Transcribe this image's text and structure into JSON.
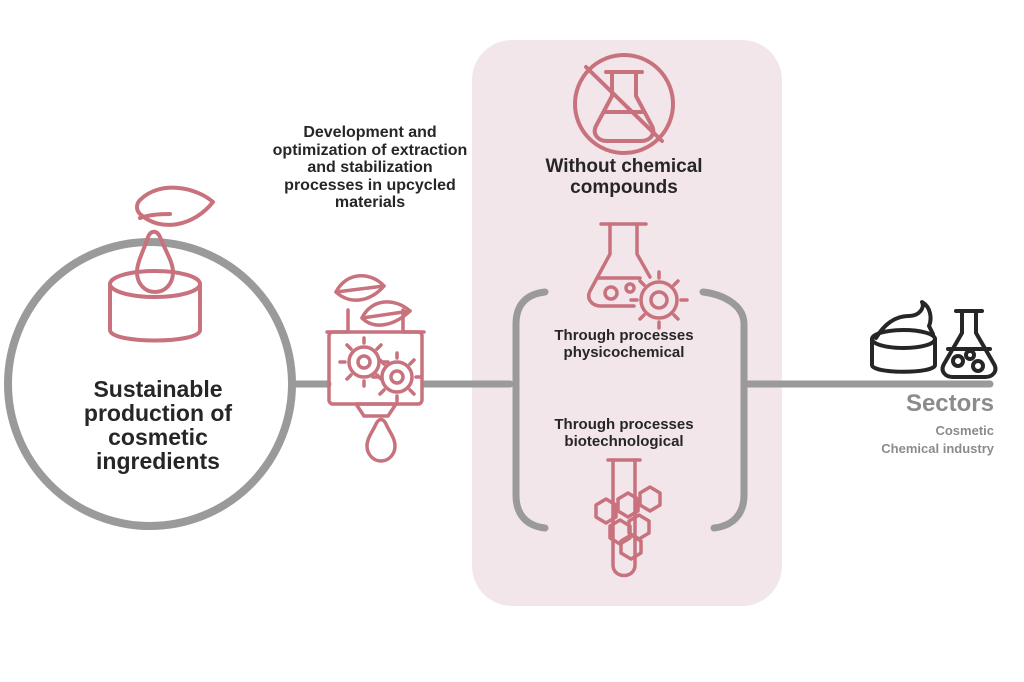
{
  "main_circle": {
    "label": "Sustainable production of cosmetic ingredients"
  },
  "process_step": {
    "label": "Development and optimization of extraction and stabilization processes in upcycled materials"
  },
  "method_panel": {
    "without_label": "Without chemical compounds",
    "physicochemical_label": "Through processes physicochemical",
    "biotechnological_label": "Through processes biotechnological"
  },
  "sectors": {
    "title": "Sectors",
    "items": [
      "Cosmetic",
      "Chemical industry"
    ]
  },
  "icons": {
    "leaf_drop_jar": "leaf-drop-jar-icon",
    "gear_processing": "gear-processing-icon",
    "no_chemicals": "no-chemicals-icon",
    "flask_gear": "flask-gear-icon",
    "test_tube_hex": "test-tube-hexagons-icon",
    "cream_jar": "cream-jar-icon",
    "beaker": "beaker-icon"
  },
  "colors": {
    "accent": "#c8727e",
    "panel_fill": "#f3e6ea",
    "connector": "#9a9a9a",
    "text_dark": "#262626",
    "text_muted": "#8b8b8b"
  }
}
